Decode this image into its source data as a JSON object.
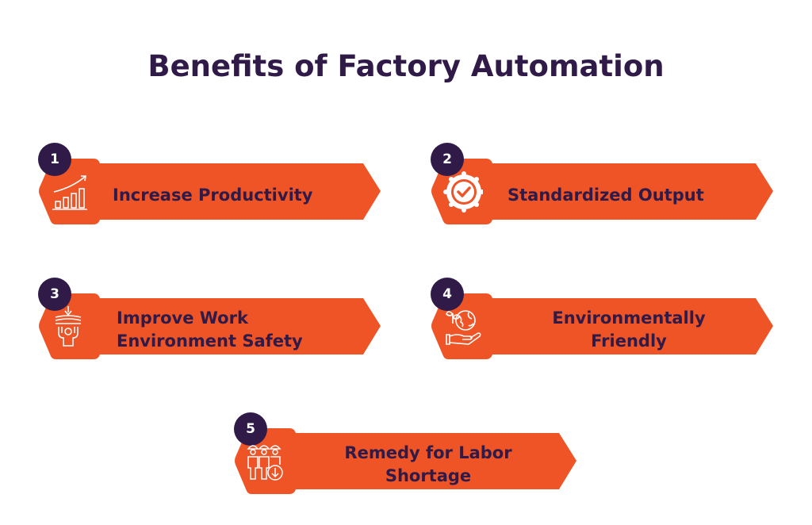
{
  "title": "Benefits of Factory Automation",
  "colors": {
    "banner": "#ee5426",
    "badge": "#2f1a48",
    "text": "#2f1a48",
    "icon": "#ffffff"
  },
  "benefits": [
    {
      "number": "1",
      "line1": "Increase Productivity",
      "line2": "",
      "icon": "growth-chart-icon",
      "align": "left"
    },
    {
      "number": "2",
      "line1": "Standardized Output",
      "line2": "",
      "icon": "quality-badge-check-icon",
      "align": "left"
    },
    {
      "number": "3",
      "line1": "Improve Work",
      "line2": "Environment Safety",
      "icon": "worker-protection-icon",
      "align": "left"
    },
    {
      "number": "4",
      "line1": "Environmentally",
      "line2": "Friendly",
      "icon": "eco-globe-hand-icon",
      "align": "center"
    },
    {
      "number": "5",
      "line1": "Remedy for Labor",
      "line2": "Shortage",
      "icon": "workers-decrease-icon",
      "align": "center"
    }
  ]
}
